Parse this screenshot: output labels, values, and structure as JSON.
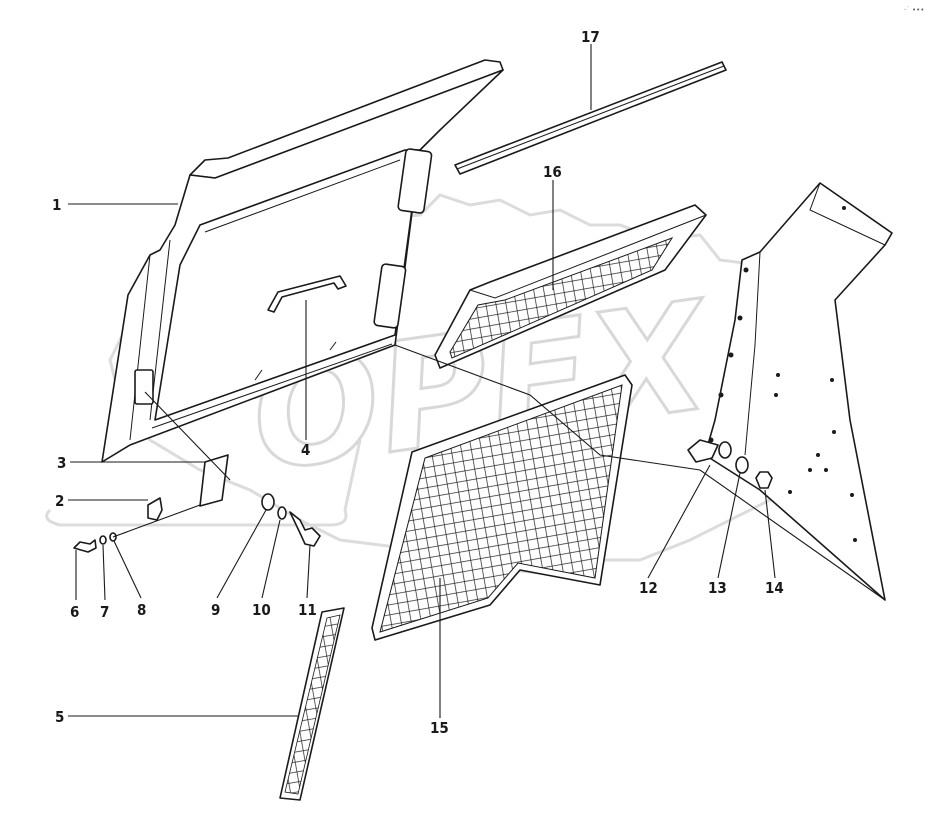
{
  "watermark": {
    "text": "OPEX"
  },
  "corner_mark": "·˙ •••",
  "labels": [
    {
      "id": "1",
      "text": "1"
    },
    {
      "id": "2",
      "text": "2"
    },
    {
      "id": "3",
      "text": "3"
    },
    {
      "id": "4",
      "text": "4"
    },
    {
      "id": "5",
      "text": "5"
    },
    {
      "id": "6",
      "text": "6"
    },
    {
      "id": "7",
      "text": "7"
    },
    {
      "id": "8",
      "text": "8"
    },
    {
      "id": "9",
      "text": "9"
    },
    {
      "id": "10",
      "text": "10"
    },
    {
      "id": "11",
      "text": "11"
    },
    {
      "id": "12",
      "text": "12"
    },
    {
      "id": "13",
      "text": "13"
    },
    {
      "id": "14",
      "text": "14"
    },
    {
      "id": "15",
      "text": "15"
    },
    {
      "id": "16",
      "text": "16"
    },
    {
      "id": "17",
      "text": "17"
    }
  ],
  "colors": {
    "line": "#1a1a1a",
    "watermark": "#d8d8d8",
    "background": "#ffffff"
  }
}
